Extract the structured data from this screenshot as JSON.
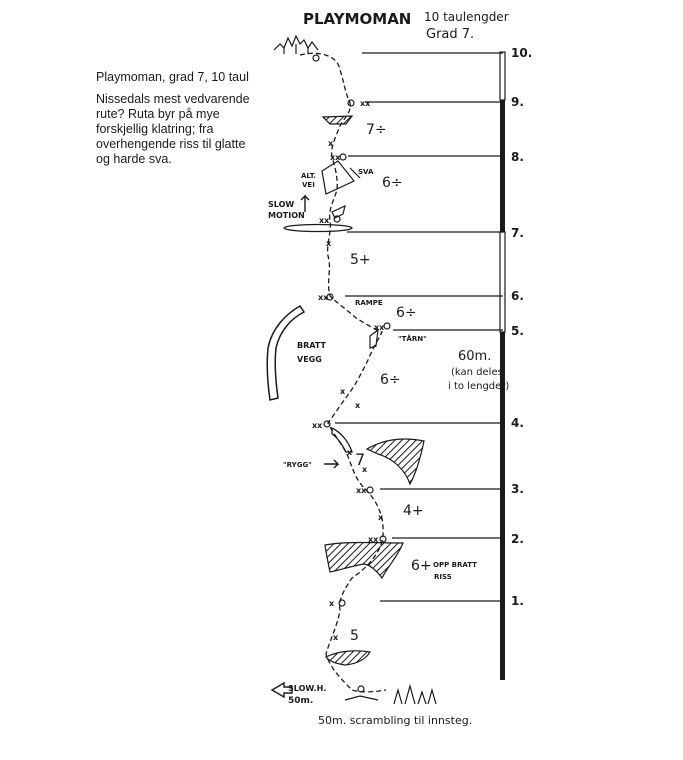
{
  "caption": {
    "heading": "Playmoman, grad 7, 10 taul",
    "body": "Nissedals mest vedvarende rute? Ruta byr på mye forskjellig klatring; fra overhengende riss til glatte og harde sva."
  },
  "topo": {
    "title": "PLAYMOMAN",
    "subtitle_line1": "10 taulengder",
    "subtitle_line2": "Grad 7.",
    "pitch_markers": [
      "10.",
      "9.",
      "8.",
      "7.",
      "6.",
      "5.",
      "4.",
      "3.",
      "2.",
      "1."
    ],
    "grades": {
      "p9": "7÷",
      "p8": "6÷",
      "p7": "5+",
      "p6": "6÷",
      "p5": "6÷",
      "p4": "7",
      "p3": "4+",
      "p2": "6+",
      "p1": "5"
    },
    "annotations": {
      "sva": "SVA",
      "alt_vei_1": "ALT.",
      "alt_vei_2": "VEI",
      "slow_motion_1": "SLOW",
      "slow_motion_2": "MOTION",
      "rampe": "RAMPE",
      "tarn": "\"TÅRN\"",
      "bratt_vegg_1": "BRATT",
      "bratt_vegg_2": "VEGG",
      "long_pitch": "60m.",
      "long_pitch_note_1": "(kan deles",
      "long_pitch_note_2": "i to lengder)",
      "rygg": "\"RYGG\"",
      "opp_bratt_1": "OPP BRATT",
      "opp_bratt_2": "RISS",
      "descent_1": "SLOW.H.",
      "descent_2": "50m.",
      "approach": "50m. scrambling til innsteg."
    }
  },
  "colors": {
    "ink": "#1a1a1a",
    "paper": "#ffffff"
  }
}
